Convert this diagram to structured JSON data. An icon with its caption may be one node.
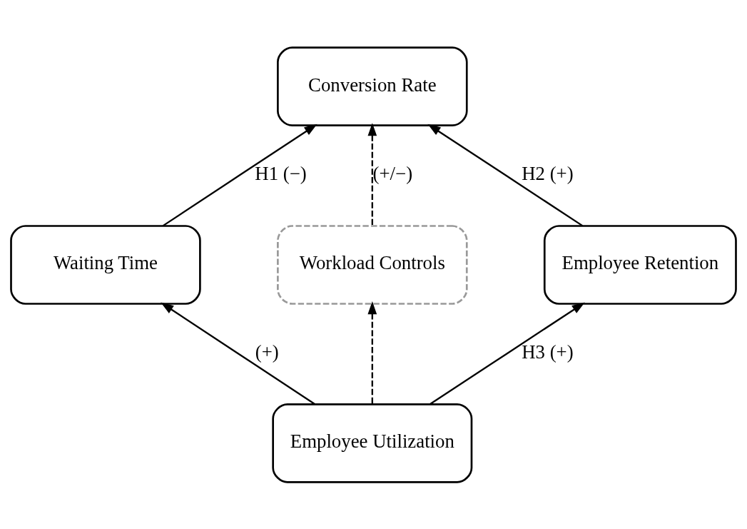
{
  "diagram": {
    "nodes": [
      {
        "text": [
          "Conversion Rate"
        ]
      },
      {
        "text": [
          "Waiting Time"
        ]
      },
      {
        "text": [
          "Workload Controls"
        ]
      },
      {
        "text": [
          "Employee Retention"
        ]
      },
      {
        "text": [
          "Employee Utilization"
        ]
      }
    ],
    "edges": [
      {
        "from": 1,
        "to": 0,
        "arrow": "to",
        "label": "H1 (−)"
      },
      {
        "from": 3,
        "to": 0,
        "arrow": "to",
        "label": "H2 (+)"
      },
      {
        "from": 4,
        "to": 1,
        "arrow": "to",
        "label": "(+)"
      },
      {
        "from": 4,
        "to": 3,
        "arrow": "to",
        "label": "H3 (+)"
      },
      {
        "from": 4,
        "to": 2,
        "arrow": "to",
        "style": "dashed"
      },
      {
        "from": 2,
        "to": 0,
        "arrow": "to",
        "style": "dashed",
        "label": "(+/−)"
      }
    ]
  }
}
